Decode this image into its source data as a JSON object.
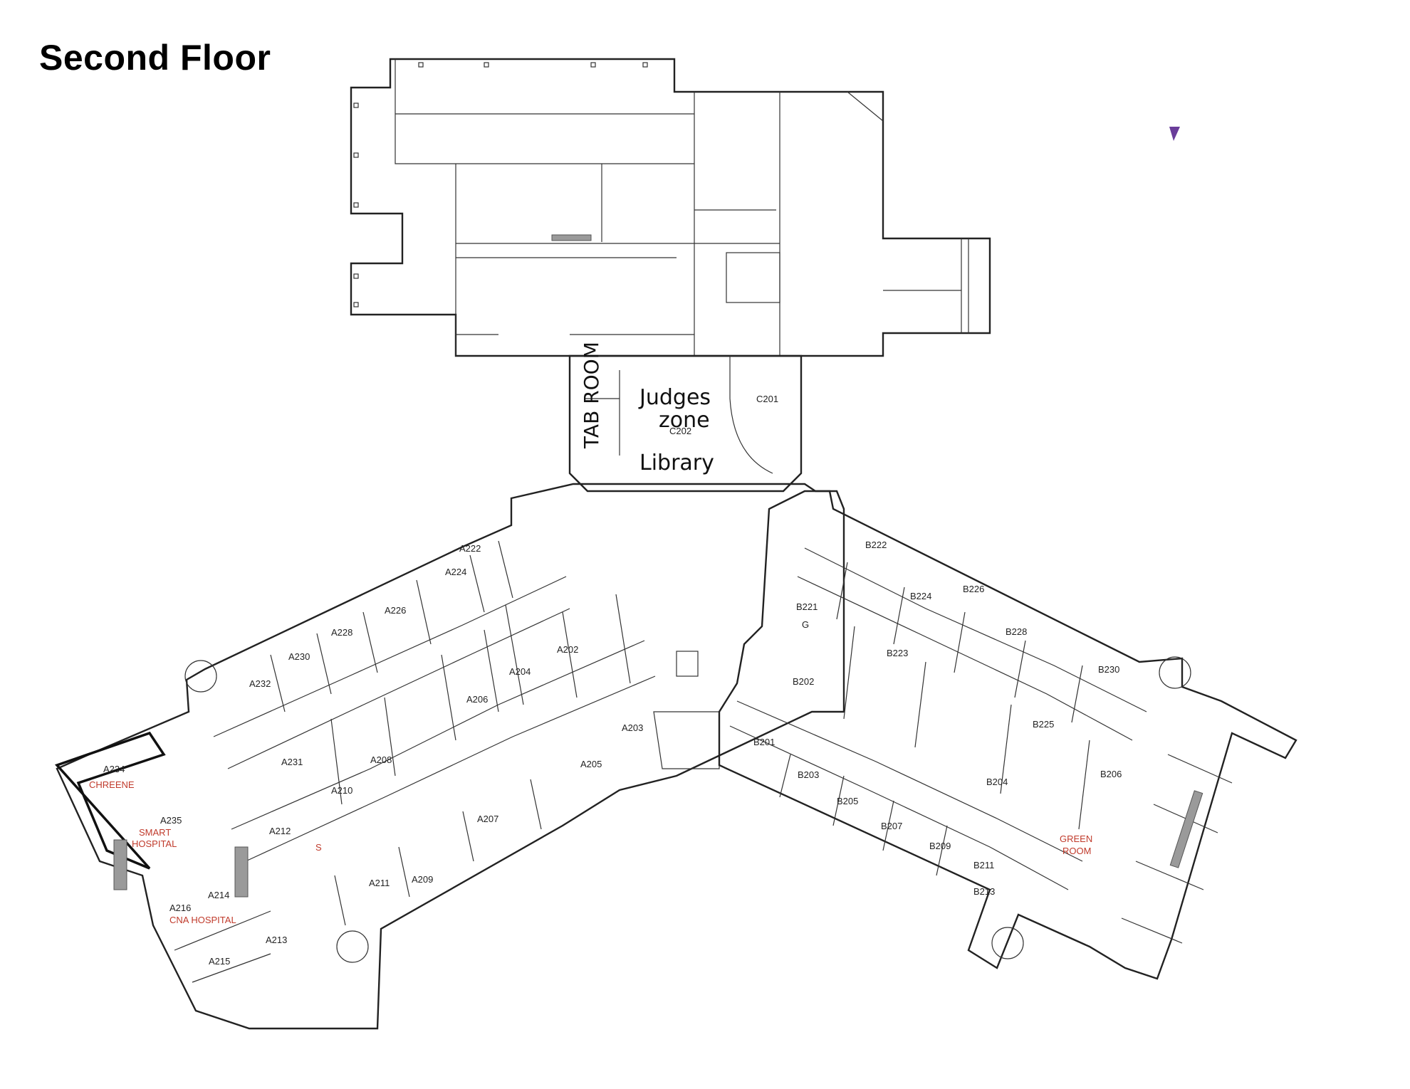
{
  "title": "Second Floor",
  "colors": {
    "wall": "#222222",
    "room_label": "#222222",
    "red_label": "#c03a2b",
    "marker": "#6a3d9a"
  },
  "icons": {
    "marker": "purple-triangle-marker-icon"
  },
  "handwritten": {
    "judges": "Judges",
    "zone": "zone",
    "library": "Library",
    "tab_room": "TAB ROOM"
  },
  "rooms": {
    "C201": "C201",
    "C202": "C202",
    "A202": "A202",
    "A203": "A203",
    "A204": "A204",
    "A205": "A205",
    "A206": "A206",
    "A207": "A207",
    "A208": "A208",
    "A209": "A209",
    "A210": "A210",
    "A211": "A211",
    "A212": "A212",
    "A213": "A213",
    "A214": "A214",
    "A215": "A215",
    "A216": "A216",
    "A222": "A222",
    "A224": "A224",
    "A226": "A226",
    "A228": "A228",
    "A230": "A230",
    "A231": "A231",
    "A232": "A232",
    "A234": "A234",
    "A235": "A235",
    "B201": "B201",
    "B202": "B202",
    "B203": "B203",
    "B204": "B204",
    "B205": "B205",
    "B206": "B206",
    "B207": "B207",
    "B209": "B209",
    "B211": "B211",
    "B213": "B213",
    "B221": "B221",
    "B222": "B222",
    "B223": "B223",
    "B224": "B224",
    "B225": "B225",
    "B226": "B226",
    "B228": "B228",
    "B230": "B230"
  },
  "area_labels": {
    "chreene": "CHREENE",
    "smart": "SMART",
    "hospital": "HOSPITAL",
    "cna_hospital": "CNA HOSPITAL",
    "green": "GREEN",
    "room": "ROOM",
    "g": "G",
    "s": "S"
  }
}
